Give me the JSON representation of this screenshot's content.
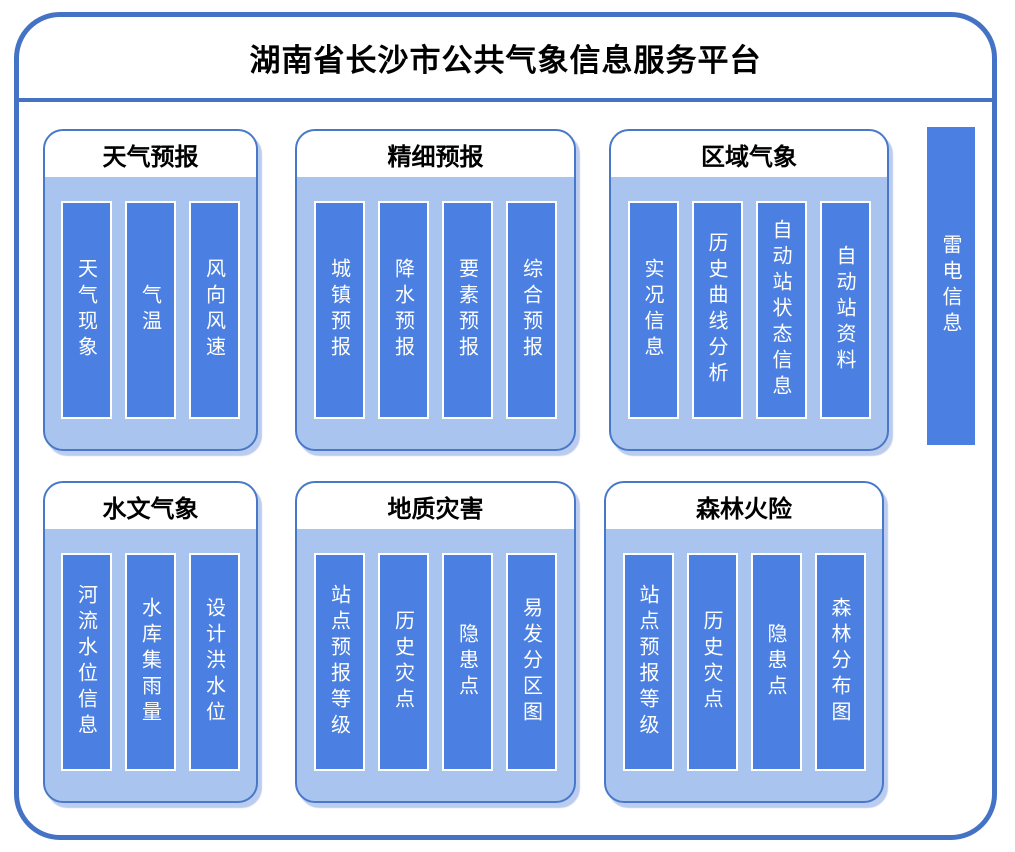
{
  "title": "湖南省长沙市公共气象信息服务平台",
  "colors": {
    "accent": "#4472C4",
    "panel_fill": "#AAC4F0",
    "panel_border": "#4779C8",
    "bar_fill": "#4B7FE1",
    "header_text": "#000000",
    "bar_text": "#FFFFFF"
  },
  "panels": [
    {
      "header": "天气预报",
      "items": [
        "天气现象",
        "气温",
        "风向风速"
      ]
    },
    {
      "header": "精细预报",
      "items": [
        "城镇预报",
        "降水预报",
        "要素预报",
        "综合预报"
      ]
    },
    {
      "header": "区域气象",
      "items": [
        "实况信息",
        "历史曲线分析",
        "自动站状态信息",
        "自动站资料"
      ]
    },
    {
      "header": "水文气象",
      "items": [
        "河流水位信息",
        "水库集雨量",
        "设计洪水位"
      ]
    },
    {
      "header": "地质灾害",
      "items": [
        "站点预报等级",
        "历史灾点",
        "隐患点",
        "易发分区图"
      ]
    },
    {
      "header": "森林火险",
      "items": [
        "站点预报等级",
        "历史灾点",
        "隐患点",
        "森林分布图"
      ]
    }
  ],
  "side_bar": {
    "label": "雷电信息"
  }
}
